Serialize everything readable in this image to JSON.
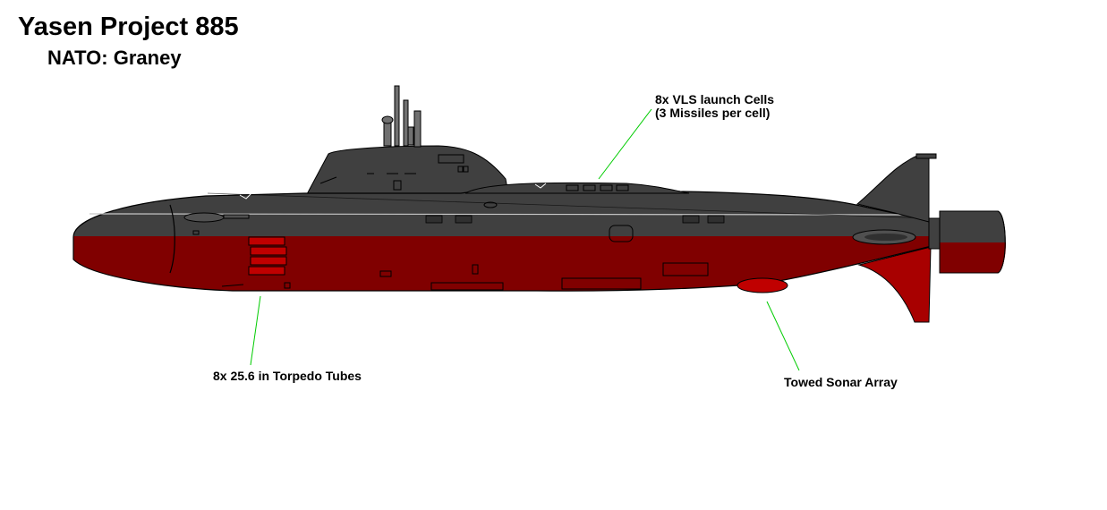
{
  "title": "Yasen Project 885",
  "subtitle": "NATO: Graney",
  "callouts": {
    "vls_line1": "8x VLS launch Cells",
    "vls_line2": "(3 Missiles per cell)",
    "torpedo": "8x 25.6 in Torpedo Tubes",
    "sonar": "Towed Sonar Array"
  },
  "colors": {
    "hull_upper": "#404040",
    "hull_lower": "#800000",
    "fin_red": "#a80000",
    "leader_line": "#00cc00",
    "outline": "#000000"
  }
}
